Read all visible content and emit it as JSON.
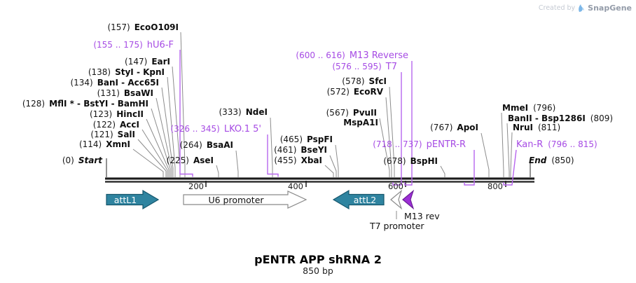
{
  "watermark": {
    "created_by": "Created by",
    "brand": "SnapGene"
  },
  "title": {
    "name": "pENTR APP shRNA 2",
    "length": "850 bp"
  },
  "map": {
    "axis_ticks": [
      "200",
      "400",
      "600",
      "800"
    ],
    "start": {
      "pos": "(0)",
      "name": "Start"
    },
    "end": {
      "name": "End",
      "pos": "(850)"
    },
    "labels": [
      {
        "pos": "(157)",
        "name": "EcoO109I",
        "kind": "enzyme"
      },
      {
        "pos": "(155 .. 175)",
        "name": "hU6-F",
        "kind": "primer"
      },
      {
        "pos": "(147)",
        "name": "EarI",
        "kind": "enzyme"
      },
      {
        "pos": "(138)",
        "name": "StyI - KpnI",
        "kind": "enzyme"
      },
      {
        "pos": "(134)",
        "name": "BanI - Acc65I",
        "kind": "enzyme"
      },
      {
        "pos": "(131)",
        "name": "BsaWI",
        "kind": "enzyme"
      },
      {
        "pos": "(128)",
        "name": "MflI * - BstYI - BamHI",
        "kind": "enzyme"
      },
      {
        "pos": "(123)",
        "name": "HincII",
        "kind": "enzyme"
      },
      {
        "pos": "(122)",
        "name": "AccI",
        "kind": "enzyme"
      },
      {
        "pos": "(121)",
        "name": "SalI",
        "kind": "enzyme"
      },
      {
        "pos": "(114)",
        "name": "XmnI",
        "kind": "enzyme"
      },
      {
        "pos": "(333)",
        "name": "NdeI",
        "kind": "enzyme"
      },
      {
        "pos": "(326 .. 345)",
        "name": "LKO.1 5'",
        "kind": "primer"
      },
      {
        "pos": "(264)",
        "name": "BsaAI",
        "kind": "enzyme"
      },
      {
        "pos": "(225)",
        "name": "AseI",
        "kind": "enzyme"
      },
      {
        "pos": "(465)",
        "name": "PspFI",
        "kind": "enzyme"
      },
      {
        "pos": "(461)",
        "name": "BseYI",
        "kind": "enzyme"
      },
      {
        "pos": "(455)",
        "name": "XbaI",
        "kind": "enzyme"
      },
      {
        "pos": "(600 .. 616)",
        "name": "M13 Reverse",
        "kind": "primer"
      },
      {
        "pos": "(576 .. 595)",
        "name": "T7",
        "kind": "primer"
      },
      {
        "pos": "(578)",
        "name": "SfcI",
        "kind": "enzyme"
      },
      {
        "pos": "(572)",
        "name": "EcoRV",
        "kind": "enzyme"
      },
      {
        "pos": "(567)",
        "name": "PvuII",
        "kind": "enzyme"
      },
      {
        "pos": "",
        "name": "MspA1I",
        "kind": "enzyme"
      },
      {
        "pos": "(767)",
        "name": "ApoI",
        "kind": "enzyme"
      },
      {
        "pos": "(718 .. 737)",
        "name": "pENTR-R",
        "kind": "primer"
      },
      {
        "pos": "(678)",
        "name": "BspHI",
        "kind": "enzyme"
      },
      {
        "pos": "(796)",
        "name": "MmeI",
        "kind": "enzyme"
      },
      {
        "pos": "(809)",
        "name": "BanII - Bsp1286I",
        "kind": "enzyme"
      },
      {
        "pos": "(811)",
        "name": "NruI",
        "kind": "enzyme"
      },
      {
        "pos": "(796 .. 815)",
        "name": "Kan-R",
        "kind": "primer"
      }
    ],
    "features": [
      {
        "label": "attL1",
        "direction": "right",
        "color": "#2f84a0"
      },
      {
        "label": "U6 promoter",
        "direction": "right",
        "color": "#ffffff"
      },
      {
        "label": "attL2",
        "direction": "left",
        "color": "#2f84a0"
      },
      {
        "label": "T7 promoter",
        "direction": "left",
        "color": "#ffffff"
      },
      {
        "label": "M13 rev",
        "direction": "left",
        "color": "#9d2fd6"
      }
    ],
    "colors": {
      "primer": "#a64be4",
      "enzyme_line": "#8c8c8c",
      "backbone": "#1b1b1b",
      "teal_feature": "#2f84a0",
      "purple_feature": "#9d2fd6"
    }
  }
}
